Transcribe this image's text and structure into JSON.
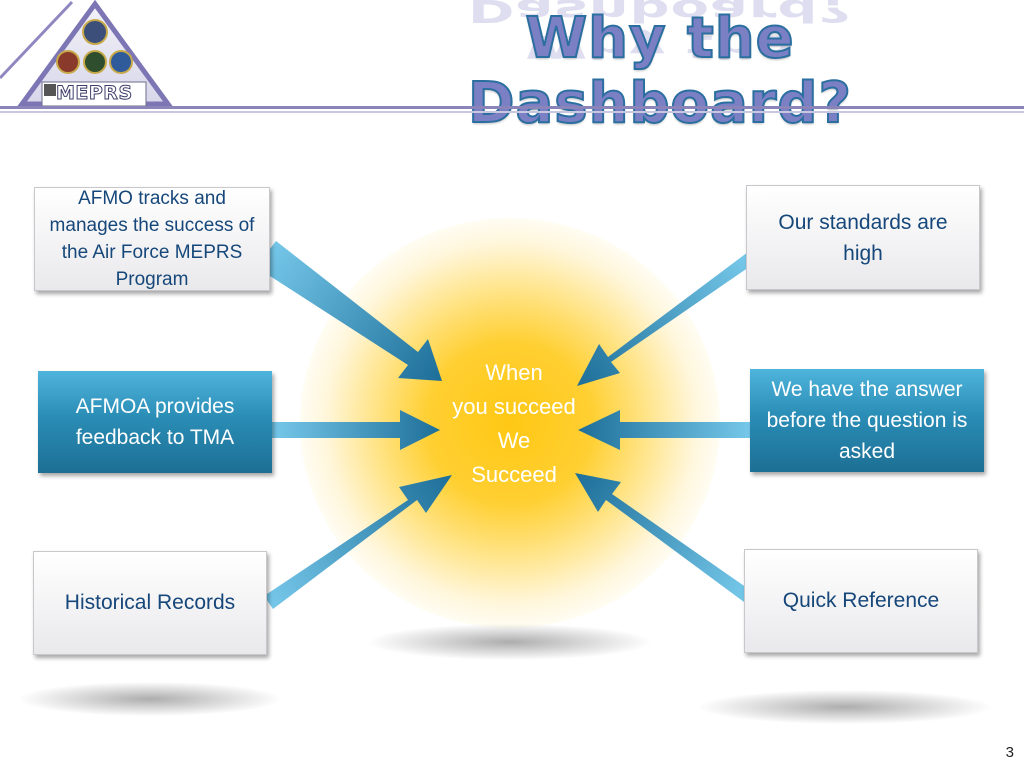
{
  "slide": {
    "title": "Why the Dashboard?",
    "page_number": "3"
  },
  "logo": {
    "text": "MEPRS"
  },
  "center": {
    "lines": [
      "When",
      "you succeed",
      "We",
      "Succeed"
    ]
  },
  "boxes": {
    "top_left": "AFMO tracks and manages the success of the Air Force MEPRS Program",
    "mid_left": "AFMOA provides feedback to TMA",
    "bottom_left": "Historical Records",
    "top_right": "Our standards are high",
    "mid_right": "We have the answer before the question is asked",
    "bottom_right": "Quick Reference"
  },
  "colors": {
    "title_fill": "#7b7fc4",
    "title_outline": "#2a6fa0",
    "box_text_dark_blue": "#16477a",
    "box_fill_blue": "#2a8db6",
    "glow": "#ffc814",
    "arrow_light": "#6fc3e6",
    "arrow_dark": "#1e6f99"
  }
}
